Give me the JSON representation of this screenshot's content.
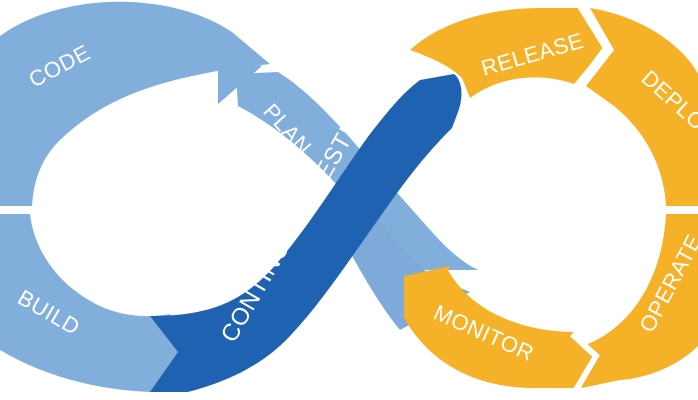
{
  "diagram": {
    "labels": {
      "code": "CODE",
      "plan": "PLAN",
      "build": "BUILD",
      "continuous_testing": "CONTINUOUS TESTING",
      "release": "RELEASE",
      "deploy": "DEPLOY",
      "operate": "OPERATE",
      "monitor": "MONITOR"
    },
    "colors": {
      "dev_light_blue": "#82aedc",
      "dev_mid_blue": "#74a2d5",
      "testing_dark_blue": "#1f62b1",
      "ops_orange": "#f5b128",
      "ops_orange_dark": "#f0a51a",
      "divider_white": "#ffffff"
    }
  }
}
